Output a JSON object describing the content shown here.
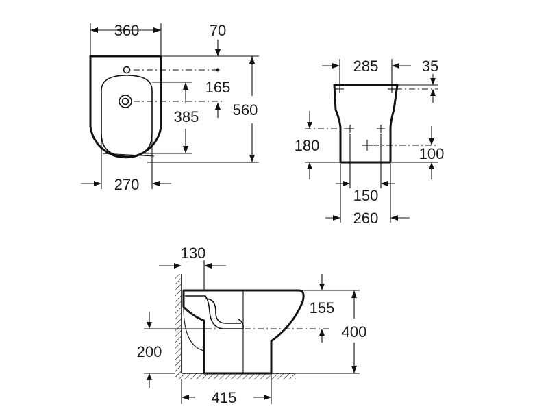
{
  "colors": {
    "line": "#111111",
    "background": "#ffffff"
  },
  "views": {
    "top": {
      "width": "360",
      "offset_right": "70",
      "hole_spacing": "165",
      "hole_to_front": "385",
      "depth": "560",
      "base_width": "270"
    },
    "rear": {
      "top_width": "285",
      "fixing_inset": "35",
      "fixing_height": "180",
      "drain_height": "100",
      "fixing_spacing": "150",
      "foot_width": "260"
    },
    "side": {
      "wall_offset": "130",
      "rim_to_outlet": "155",
      "height": "400",
      "outlet_height": "200",
      "length": "415"
    }
  }
}
